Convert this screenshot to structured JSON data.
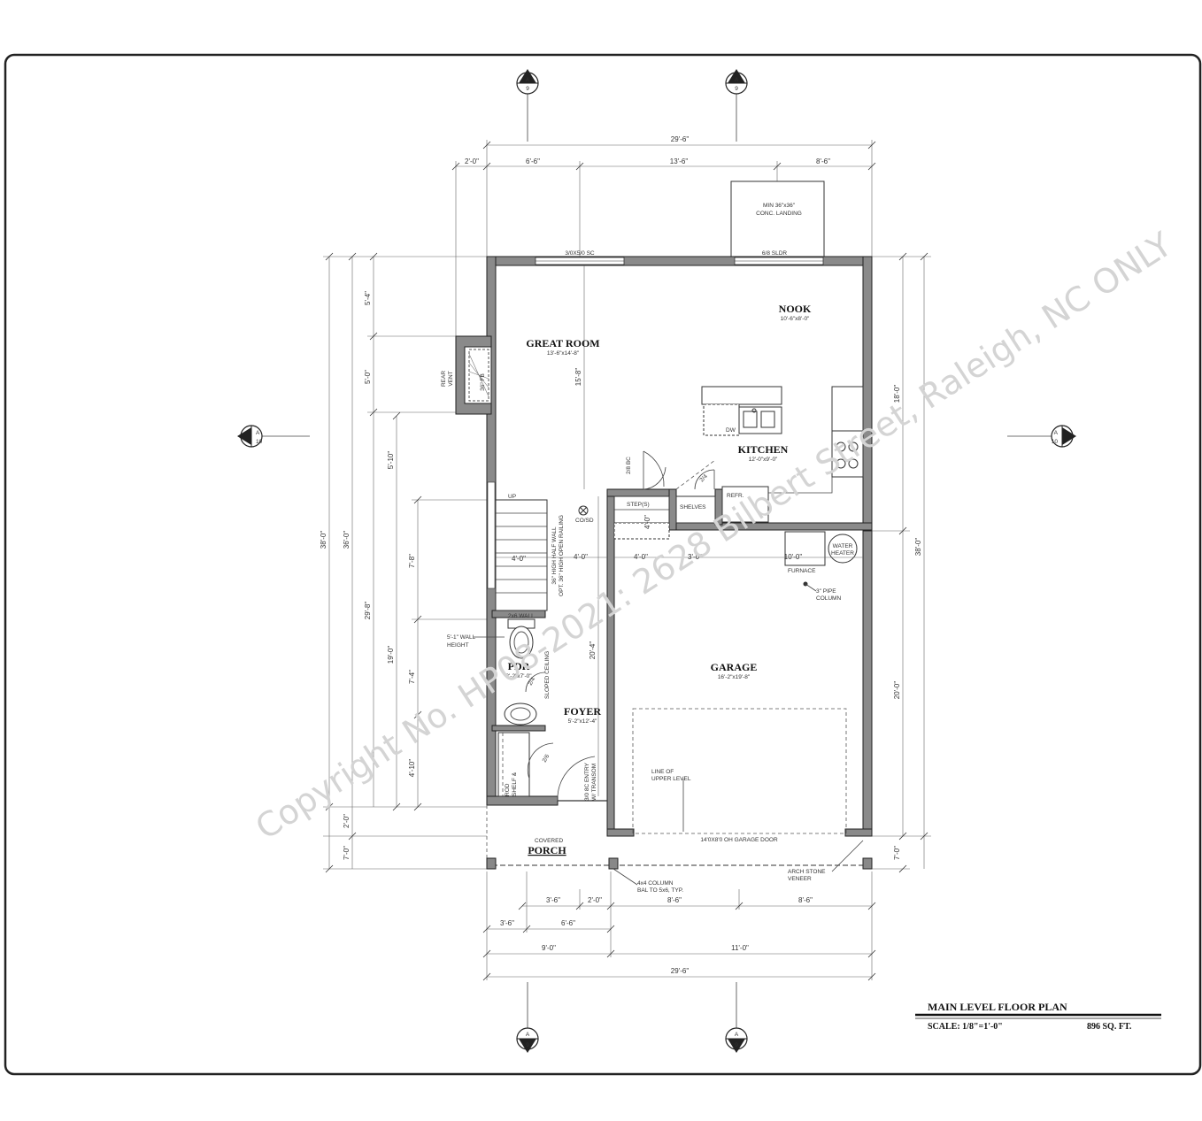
{
  "title_block": {
    "title": "MAIN LEVEL FLOOR PLAN",
    "scale": "SCALE: 1/8\"=1'-0\"",
    "area": "896 SQ. FT."
  },
  "watermark": "Copyright No. HP08-2021: 2628 Bilbert Street, Raleigh, NC ONLY",
  "rooms": {
    "great_room": {
      "name": "GREAT ROOM",
      "size": "13'-6\"x14'-8\""
    },
    "nook": {
      "name": "NOOK",
      "size": "10'-6\"x8'-0\""
    },
    "kitchen": {
      "name": "KITCHEN",
      "size": "12'-0\"x9'-0\""
    },
    "garage": {
      "name": "GARAGE",
      "size": "16'-2\"x19'-8\""
    },
    "pdr": {
      "name": "PDR",
      "size": "3'-2\"x7'-0\""
    },
    "foyer": {
      "name": "FOYER",
      "size": "5'-2\"x12'-4\""
    },
    "porch": {
      "name": "PORCH",
      "prefix": "COVERED"
    }
  },
  "notes": {
    "landing": [
      "MIN 36\"x36\"",
      "CONC. LANDING"
    ],
    "window_top": "3/0X5/0 SC",
    "slider": "6/8 SLDR",
    "rear_vent": [
      "REAR",
      "VENT"
    ],
    "fireplace": "36\" FB",
    "door_28bc": "2/8 BC",
    "door_26": "2/6",
    "door_24": "2/4",
    "steps": "STEP(S)",
    "shelves": "SHELVES",
    "refr": "REFR.",
    "dw": "DW",
    "up": "UP",
    "cosd": "CO/SD",
    "half_wall": [
      "36\" HIGH HALF WALL",
      "OPT. 36\" HIGH OPEN RAILING"
    ],
    "water_heater": [
      "WATER",
      "HEATER"
    ],
    "furnace": "FURNACE",
    "pipe_column": [
      "3\" PIPE",
      "COLUMN"
    ],
    "wall_2x6": "2x6 WALL",
    "wall_height": [
      "5'-1\" WALL",
      "HEIGHT"
    ],
    "sloped_ceiling": "SLOPED CEILING",
    "rod_shelf": [
      "ROD",
      "SHELF &"
    ],
    "entry_door": [
      "3/0 8C ENTRY",
      "W/ TRANSOM"
    ],
    "upper_level": [
      "LINE OF",
      "UPPER LEVEL"
    ],
    "garage_door": "14'0X8'0 OH GARAGE DOOR",
    "column": [
      "4x4 COLUMN",
      "BAL TO 5x6, TYP."
    ],
    "arch_stone": [
      "ARCH STONE",
      "VENEER"
    ]
  },
  "section_markers": {
    "letter": "A",
    "top_left": "9",
    "top_right": "9",
    "left": "10",
    "right": "10",
    "bottom_left": "9",
    "bottom_right": "9"
  },
  "dimensions": {
    "top_overall": "29'-6\"",
    "top_a": "2'-0\"",
    "top_b": "6'-6\"",
    "top_c": "13'-6\"",
    "top_d": "8'-6\"",
    "left_overall": "38'-0\"",
    "left_b": "36'-0\"",
    "left_c": "29'-8\"",
    "left_d": "19'-0\"",
    "left_e": "7'-8\"",
    "left_f": "7'-4\"",
    "left_g": "4'-10\"",
    "left_h": "5'-4\"",
    "left_i": "5'-0\"",
    "left_j": "5'-10\"",
    "left_k": "2'-0\"",
    "left_l": "7'-0\"",
    "right_overall": "38'-0\"",
    "right_a": "18'-0\"",
    "right_b": "20'-0\"",
    "right_c": "7'-0\"",
    "int_gr": "15'-8\"",
    "int_foyer": "20'-4\"",
    "int_a": "4'-0\"",
    "int_b": "4'-0\"",
    "int_c": "4'-0\"",
    "int_d": "3'-0\"",
    "int_e": "10'-0\"",
    "bot_a": "3'-6\"",
    "bot_b": "2'-0\"",
    "bot_c": "8'-6\"",
    "bot_d": "8'-6\"",
    "bot_e": "3'-6\"",
    "bot_f": "6'-6\"",
    "bot_g": "9'-0\"",
    "bot_h": "11'-0\"",
    "bot_overall": "29'-6\""
  }
}
